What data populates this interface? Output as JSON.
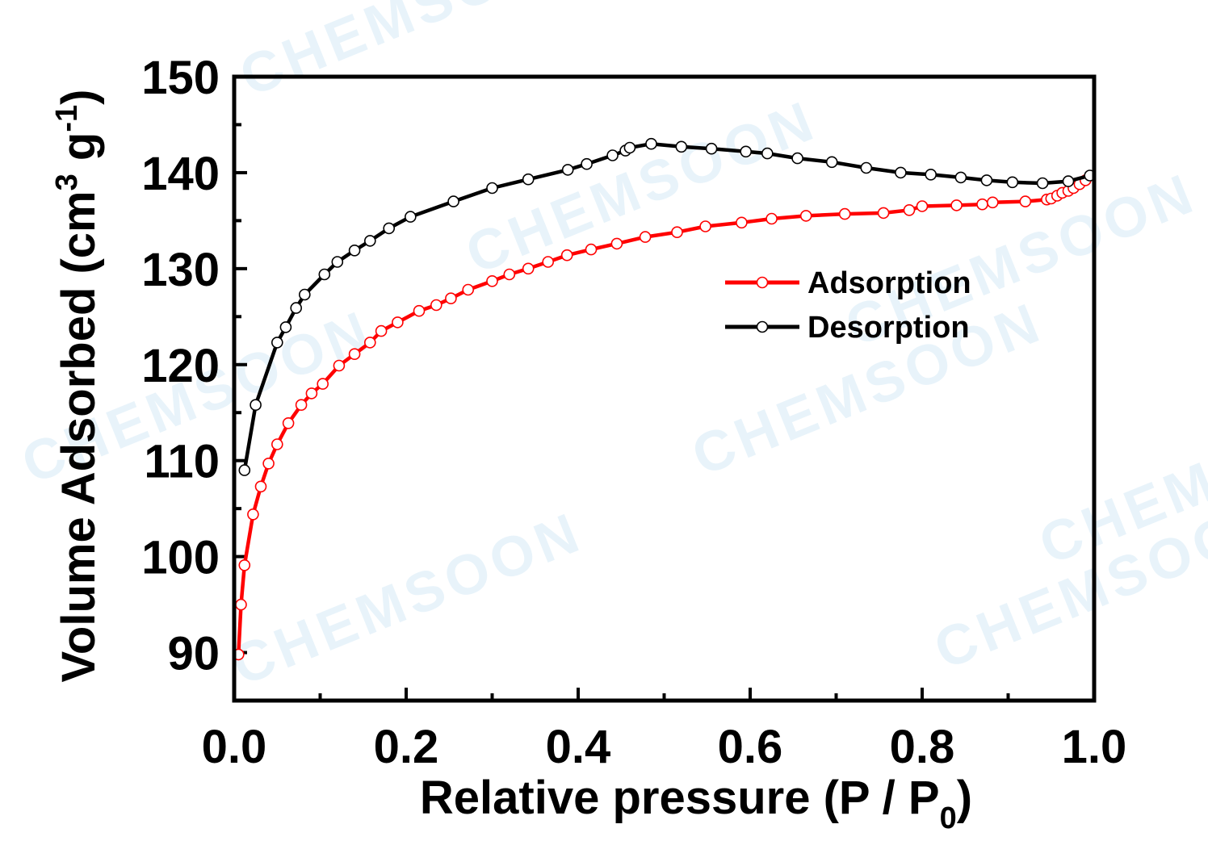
{
  "watermark": "CHEMSOON",
  "chart_data": {
    "type": "line",
    "title": "",
    "xlabel": "Relative pressure (P / P",
    "xlabel_sub": "0",
    "xlabel_end": ")",
    "ylabel": "Volume Adsorbed (cm",
    "ylabel_sup1": "3",
    "ylabel_mid": " g",
    "ylabel_sup2": "-1",
    "ylabel_end": ")",
    "xlim": [
      0.0,
      1.0
    ],
    "ylim": [
      85,
      150
    ],
    "xticks": [
      "0.0",
      "0.2",
      "0.4",
      "0.6",
      "0.8",
      "1.0"
    ],
    "yticks": [
      "90",
      "100",
      "110",
      "120",
      "130",
      "140",
      "150"
    ],
    "legend_position": "right-middle",
    "colors": {
      "adsorption": "#ff0000",
      "desorption": "#000000"
    },
    "series": [
      {
        "name": "Adsorption",
        "x": [
          0.005,
          0.008,
          0.012,
          0.022,
          0.031,
          0.04,
          0.05,
          0.063,
          0.078,
          0.09,
          0.103,
          0.122,
          0.14,
          0.158,
          0.171,
          0.19,
          0.215,
          0.235,
          0.252,
          0.272,
          0.3,
          0.32,
          0.342,
          0.365,
          0.387,
          0.415,
          0.445,
          0.478,
          0.515,
          0.548,
          0.59,
          0.625,
          0.665,
          0.71,
          0.755,
          0.785,
          0.8,
          0.84,
          0.87,
          0.882,
          0.92,
          0.945,
          0.95,
          0.957,
          0.963,
          0.97,
          0.976,
          0.983,
          0.99
        ],
        "y": [
          89.8,
          95.0,
          99.1,
          104.4,
          107.3,
          109.7,
          111.7,
          113.9,
          115.8,
          117.0,
          118.0,
          119.9,
          121.1,
          122.3,
          123.5,
          124.4,
          125.6,
          126.2,
          126.9,
          127.8,
          128.7,
          129.4,
          130.0,
          130.7,
          131.4,
          132.0,
          132.6,
          133.3,
          133.8,
          134.4,
          134.8,
          135.2,
          135.5,
          135.7,
          135.8,
          136.1,
          136.5,
          136.6,
          136.7,
          136.9,
          137.0,
          137.2,
          137.3,
          137.6,
          137.9,
          138.1,
          138.4,
          138.8,
          139.2
        ]
      },
      {
        "name": "Desorption",
        "x": [
          0.012,
          0.025,
          0.05,
          0.06,
          0.072,
          0.082,
          0.105,
          0.12,
          0.14,
          0.158,
          0.18,
          0.205,
          0.255,
          0.3,
          0.342,
          0.388,
          0.41,
          0.44,
          0.455,
          0.46,
          0.485,
          0.52,
          0.555,
          0.595,
          0.62,
          0.655,
          0.695,
          0.735,
          0.775,
          0.81,
          0.845,
          0.875,
          0.905,
          0.94,
          0.97,
          0.995
        ],
        "y": [
          109.0,
          115.8,
          122.3,
          123.9,
          125.9,
          127.3,
          129.4,
          130.7,
          131.9,
          132.9,
          134.2,
          135.4,
          137.0,
          138.4,
          139.3,
          140.3,
          140.9,
          141.8,
          142.3,
          142.6,
          143.0,
          142.7,
          142.5,
          142.2,
          142.0,
          141.5,
          141.1,
          140.5,
          140.0,
          139.8,
          139.5,
          139.2,
          139.0,
          138.9,
          139.1,
          139.7
        ]
      }
    ]
  }
}
